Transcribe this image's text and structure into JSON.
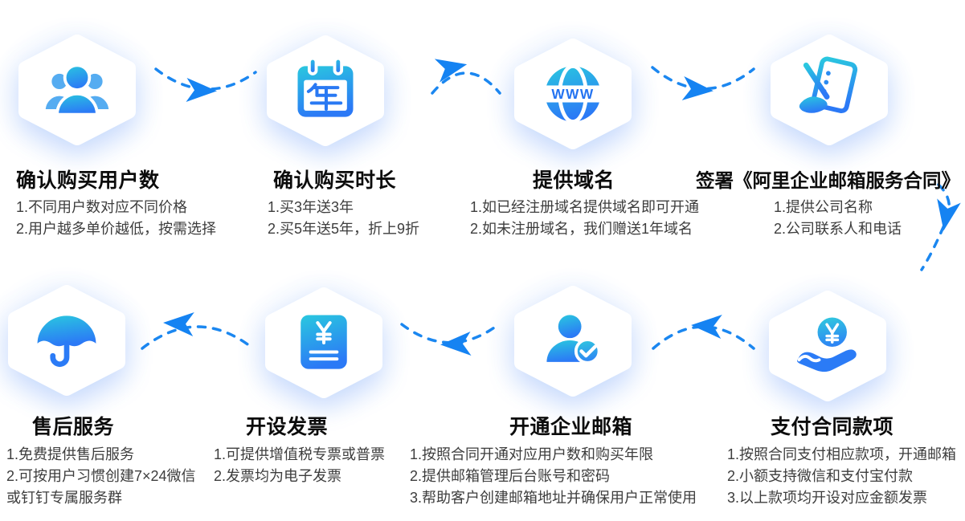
{
  "steps": [
    {
      "title": "确认购买用户数",
      "lines": [
        "1.不同用户数对应不同价格",
        "2.用户越多单价越低，按需选择"
      ],
      "icon": "users-group-icon"
    },
    {
      "title": "确认购买时长",
      "lines": [
        "1.买3年送3年",
        "2.买5年送5年，折上9折"
      ],
      "icon": "calendar-year-icon"
    },
    {
      "title": "提供域名",
      "lines": [
        "1.如已经注册域名提供域名即可开通",
        "2.如未注册域名，我们赠送1年域名"
      ],
      "icon": "www-globe-icon"
    },
    {
      "title": "签署《阿里企业邮箱服务合同》",
      "lines": [
        "1.提供公司名称",
        "2.公司联系人和电话"
      ],
      "icon": "contract-sign-icon"
    },
    {
      "title": "支付合同款项",
      "lines": [
        "1.按照合同支付相应款项，开通邮箱",
        "2.小额支持微信和支付宝付款",
        "3.以上款项均开设对应金额发票"
      ],
      "icon": "hand-coin-icon"
    },
    {
      "title": "开通企业邮箱",
      "lines": [
        "1.按照合同开通对应用户数和购买年限",
        "2.提供邮箱管理后台账号和密码",
        "3.帮助客户创建邮箱地址并确保用户正常使用"
      ],
      "icon": "user-verified-icon"
    },
    {
      "title": "开设发票",
      "lines": [
        "1.可提供增值税专票或普票",
        "2.发票均为电子发票"
      ],
      "icon": "invoice-icon"
    },
    {
      "title": "售后服务",
      "lines": [
        "1.免费提供售后服务",
        "2.可按用户习惯创建7×24微信",
        "或钉钉专属服务群"
      ],
      "icon": "umbrella-icon"
    }
  ],
  "icons": {
    "globe_label": "WWW",
    "calendar_year_label": "年",
    "yuan_symbol": "¥"
  },
  "colors": {
    "arrow_accent": "#1583F2",
    "icon_gradient_start": "#2AC8DF",
    "icon_gradient_end": "#2B79F6",
    "title_text": "#0c0c0c",
    "body_text": "#3d3d3d"
  }
}
